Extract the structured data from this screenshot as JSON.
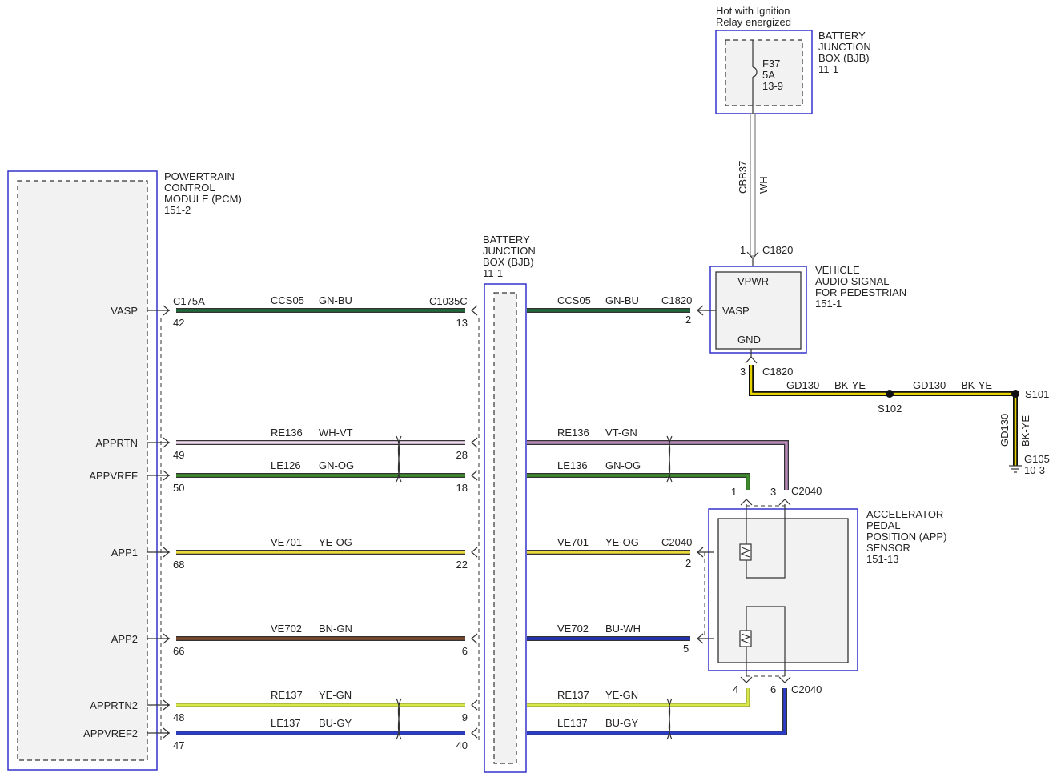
{
  "colors": {
    "box_border": "#3333cc",
    "GN-BU": "#1f6b3a",
    "WH-VT": "#f2d9f2",
    "VT-GN": "#b888b8",
    "GN-OG": "#3c8c2a",
    "YE-OG": "#e8d83a",
    "BN-GN": "#7a4a2e",
    "BU-WH": "#2233bb",
    "YE-GN": "#d8e84a",
    "BU-GY": "#2a3cc8",
    "BK-YE": "#e6d200",
    "WH": "#ffffff"
  },
  "fuse_box": {
    "note_line1": "Hot with Ignition",
    "note_line2": "Relay energized",
    "title_line1": "BATTERY",
    "title_line2": "JUNCTION",
    "title_line3": "BOX (BJB)",
    "title_ref": "11-1",
    "fuse_id": "F37",
    "fuse_rating": "5A",
    "fuse_ref": "13-9"
  },
  "supply_wire": {
    "circuit": "CBB37",
    "color": "WH",
    "pin": "1",
    "connector": "C1820"
  },
  "pcm": {
    "title_line1": "POWERTRAIN",
    "title_line2": "CONTROL",
    "title_line3": "MODULE (PCM)",
    "title_ref": "151-2",
    "connector": "C175A"
  },
  "bjb": {
    "title_line1": "BATTERY",
    "title_line2": "JUNCTION",
    "title_line3": "BOX (BJB)",
    "title_ref": "11-1",
    "connector": "C1035C"
  },
  "vasp_module": {
    "title_line1": "VEHICLE",
    "title_line2": "AUDIO SIGNAL",
    "title_line3": "FOR PEDESTRIAN",
    "title_ref": "151-1",
    "pin_vpwr": "VPWR",
    "pin_vasp": "VASP",
    "pin_gnd": "GND",
    "connector": "C1820"
  },
  "app_sensor": {
    "title_line1": "ACCELERATOR",
    "title_line2": "PEDAL",
    "title_line3": "POSITION (APP)",
    "title_line4": "SENSOR",
    "title_ref": "151-13",
    "connector": "C2040"
  },
  "signals": [
    {
      "name": "VASP",
      "pcm_pin": "42",
      "bjb_pin": "13",
      "left_circuit": "CCS05",
      "left_color": "GN-BU",
      "right_circuit": "CCS05",
      "right_color": "GN-BU",
      "end_connector": "C1820",
      "end_pin": "2"
    },
    {
      "name": "APPRTN",
      "pcm_pin": "49",
      "bjb_pin": "28",
      "left_circuit": "RE136",
      "left_color": "WH-VT",
      "right_circuit": "RE136",
      "right_color": "VT-GN",
      "end_pin": "3"
    },
    {
      "name": "APPVREF",
      "pcm_pin": "50",
      "bjb_pin": "18",
      "left_circuit": "LE126",
      "left_color": "GN-OG",
      "right_circuit": "LE136",
      "right_color": "GN-OG",
      "end_pin": "1"
    },
    {
      "name": "APP1",
      "pcm_pin": "68",
      "bjb_pin": "22",
      "left_circuit": "VE701",
      "left_color": "YE-OG",
      "right_circuit": "VE701",
      "right_color": "YE-OG",
      "end_connector": "C2040",
      "end_pin": "2"
    },
    {
      "name": "APP2",
      "pcm_pin": "66",
      "bjb_pin": "6",
      "left_circuit": "VE702",
      "left_color": "BN-GN",
      "right_circuit": "VE702",
      "right_color": "BU-WH",
      "end_pin": "5"
    },
    {
      "name": "APPRTN2",
      "pcm_pin": "48",
      "bjb_pin": "9",
      "left_circuit": "RE137",
      "left_color": "YE-GN",
      "right_circuit": "RE137",
      "right_color": "YE-GN",
      "end_pin": "4"
    },
    {
      "name": "APPVREF2",
      "pcm_pin": "47",
      "bjb_pin": "40",
      "left_circuit": "LE137",
      "left_color": "BU-GY",
      "right_circuit": "LE137",
      "right_color": "BU-GY",
      "end_pin": "6"
    }
  ],
  "ground": {
    "gnd_pin": "3",
    "gnd_connector": "C1820",
    "seg1_circuit": "GD130",
    "seg1_color": "BK-YE",
    "seg2_circuit": "GD130",
    "seg2_color": "BK-YE",
    "splice1": "S102",
    "splice2": "S101",
    "drop_circuit": "GD130",
    "drop_color": "BK-YE",
    "ground_id": "G105",
    "ground_ref": "10-3"
  },
  "app_connector_bottom": "C2040"
}
